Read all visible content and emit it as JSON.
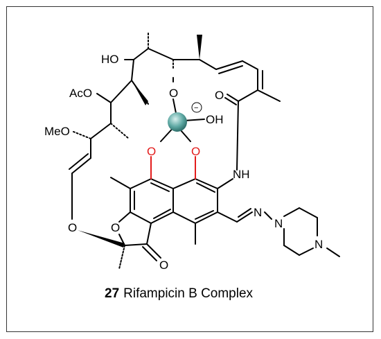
{
  "atoms": {
    "ho": "HO",
    "aco": "AcO",
    "meo": "MeO",
    "o_ring": "O",
    "o_ketone": "O",
    "o_amide": "O",
    "o_metal_top": "O",
    "o_red_left": "O",
    "o_red_right": "O",
    "oh": "OH",
    "nh": "NH",
    "n_imine": "N",
    "n_pip1": "N",
    "n_pip2": "N",
    "o_furan": "O",
    "charge": "−"
  },
  "caption": {
    "number": "27",
    "name": "Rifampicin B Complex"
  },
  "colors": {
    "metal": "#4a9a96",
    "chelating_oxygen": "#e31b1b",
    "frame": "#333333"
  }
}
